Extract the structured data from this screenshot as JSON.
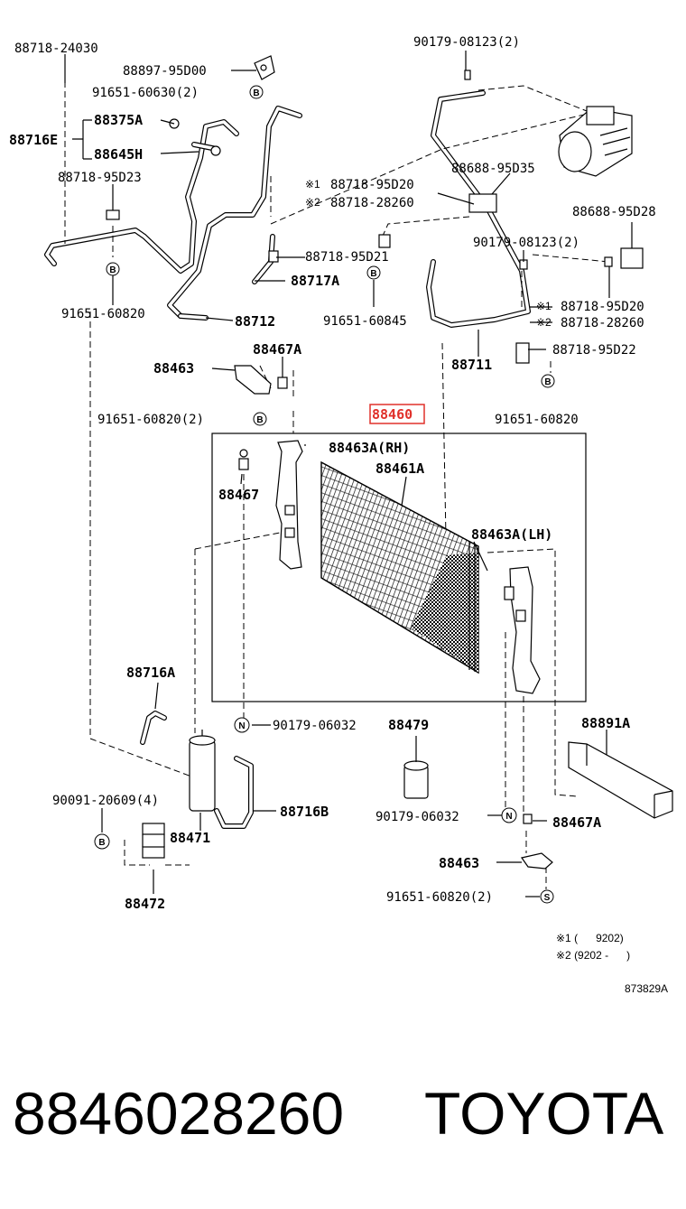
{
  "diagram": {
    "labels": {
      "p88718_24030": "88718-24030",
      "p88897_95d00": "88897-95D00",
      "p91651_60630": "91651-60630(2)",
      "p88375a": "88375A",
      "p88716e": "88716E",
      "p88645h": "88645H",
      "p88718_95d23": "88718-95D23",
      "p91651_60820_a": "91651-60820",
      "p88712": "88712",
      "p90179_08123_top": "90179-08123(2)",
      "p88718_95d20_a": "88718-95D20",
      "p88718_28260_a": "88718-28260",
      "p88688_95d35": "88688-95D35",
      "p88688_95d28": "88688-95D28",
      "p90179_08123_r": "90179-08123(2)",
      "p88718_95d21": "88718-95D21",
      "p88717a": "88717A",
      "p91651_60845": "91651-60845",
      "p88718_95d20_b": "88718-95D20",
      "p88718_28260_b": "88718-28260",
      "p88711": "88711",
      "p88718_95d22": "88718-95D22",
      "p88467a_top": "88467A",
      "p88463_top": "88463",
      "p91651_60820_2": "91651-60820(2)",
      "p91651_60820_r": "91651-60820",
      "p88460": "88460",
      "p88463a_rh": "88463A(RH)",
      "p88461a": "88461A",
      "p88467": "88467",
      "p88463a_lh": "88463A(LH)",
      "p88716a": "88716A",
      "p90179_06032_a": "90179-06032",
      "p88479": "88479",
      "p88891a": "88891A",
      "p90091_20609": "90091-20609(4)",
      "p88716b": "88716B",
      "p88471": "88471",
      "p90179_06032_b": "90179-06032",
      "p88467a_bot": "88467A",
      "p88463_bot": "88463",
      "p91651_60820_bot": "91651-60820(2)",
      "p88472": "88472",
      "note1": "※1 (      9202)",
      "note2": "※2 (9202 -      )",
      "mark1": "※1",
      "mark2": "※2",
      "drawing_no": "873829A"
    },
    "circle_letters": {
      "b": "B",
      "n": "N",
      "s": "S"
    },
    "highlight_color": "#e0302a"
  },
  "footer": {
    "part_number": "8846028260",
    "brand": "TOYOTA"
  }
}
